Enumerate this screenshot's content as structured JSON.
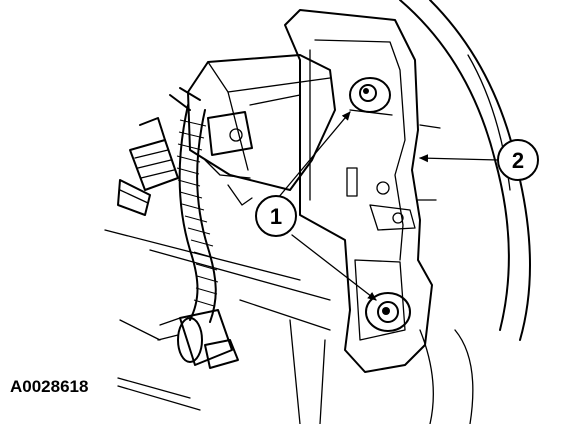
{
  "figure": {
    "id_label": "A0028618",
    "callouts": [
      {
        "label": "1"
      },
      {
        "label": "2"
      }
    ],
    "colors": {
      "ink": "#000000",
      "paper": "#ffffff"
    }
  }
}
